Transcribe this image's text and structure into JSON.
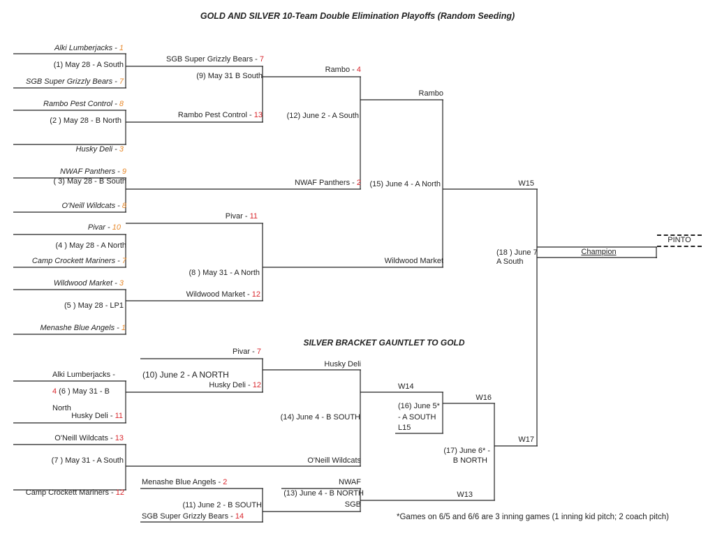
{
  "title": "GOLD AND SILVER 10-Team Double Elimination Playoffs (Random Seeding)",
  "silver_title": "SILVER BRACKET GAUNTLET TO GOLD",
  "footnote": "*Games on 6/5 and 6/6 are 3 inning games (1 inning kid pitch; 2 coach pitch)",
  "champion_label": "Champion",
  "pinto_label": "PINTO",
  "gold": {
    "g1": {
      "team_a": "Alki Lumberjacks - ",
      "score_a": "1",
      "game": "(1) May 28 - A South",
      "team_b": "SGB Super Grizzly Bears - ",
      "score_b": "7"
    },
    "g2": {
      "team_a": "Rambo Pest Control - ",
      "score_a": "8",
      "game": "(2 ) May 28 - B North",
      "team_b": "Husky Deli - ",
      "score_b": "3"
    },
    "g3": {
      "team_a": "NWAF Panthers - ",
      "score_a": "9",
      "game": "( 3) May 28 - B South",
      "team_b": "O'Neill Wildcats - ",
      "score_b": "8"
    },
    "g4": {
      "team_a": "Pivar - ",
      "score_a": "10",
      "game": "(4 ) May 28 - A North",
      "team_b": "Camp Crockett Mariners - ",
      "score_b": "7"
    },
    "g5": {
      "team_a": "Wildwood Market - ",
      "score_a": "3",
      "game": "(5 ) May 28 - LP1",
      "team_b": "Menashe Blue Angels - ",
      "score_b": "1"
    },
    "g9": {
      "team_a": "SGB Super Grizzly Bears - ",
      "score_a": "7",
      "game": "(9) May 31 B South",
      "team_b": "Rambo Pest Control - ",
      "score_b": "13"
    },
    "g8": {
      "team_a": "Pivar - ",
      "score_a": "11",
      "game": "(8 ) May 31 - A North",
      "team_b": "Wildwood Market - ",
      "score_b": "12"
    },
    "g12": {
      "team_a": "Rambo - ",
      "score_a": "4",
      "game": "(12) June 2 - A South",
      "team_b": "NWAF Panthers - ",
      "score_b": "2"
    },
    "g15": {
      "team_a": "Rambo",
      "game": "(15) June 4 - A North",
      "team_b": "Wildwood Market"
    },
    "g18": {
      "team_a": "W15",
      "game_line1": "(18 ) June 7",
      "game_line2": "A South",
      "team_b": "W17"
    }
  },
  "silver": {
    "g10": {
      "team_a": "Pivar - ",
      "score_a": "7",
      "game": "(10) June 2 - A NORTH",
      "team_b": "Husky Deli - ",
      "score_b": "12"
    },
    "g6": {
      "team_a_text": "Alki  Lumberjacks  -",
      "score_a": "4",
      "game_text": " (6 )  May  31  -  B",
      "game_text2": "North",
      "team_b": "Husky Deli - ",
      "score_b": "11"
    },
    "g7": {
      "team_a": "O'Neill Wildcats - ",
      "score_a": "13",
      "game": "(7 ) May 31 - A South",
      "team_b": "Camp Crockett Mariners - ",
      "score_b": "12"
    },
    "g11": {
      "team_a": "Menashe Blue Angels - ",
      "score_a": "2",
      "game": "(11) June 2 - B SOUTH",
      "team_b": "SGB Super Grizzly Bears - ",
      "score_b": "14"
    },
    "g14": {
      "team_a": "Husky Deli",
      "game": "(14) June 4 - B SOUTH",
      "team_b": "O'Neill Wildcats"
    },
    "g13": {
      "team_a": "NWAF",
      "game": "(13) June 4 - B NORTH",
      "team_b": "SGB"
    },
    "g16": {
      "team_a": "W14",
      "game_line1": "(16) June 5*",
      "game_line2": " - A SOUTH",
      "team_b": "L15"
    },
    "g17": {
      "team_a": "W16",
      "game_line1": "(17) June 6* -",
      "game_line2": "B NORTH",
      "team_b": "W13"
    }
  }
}
